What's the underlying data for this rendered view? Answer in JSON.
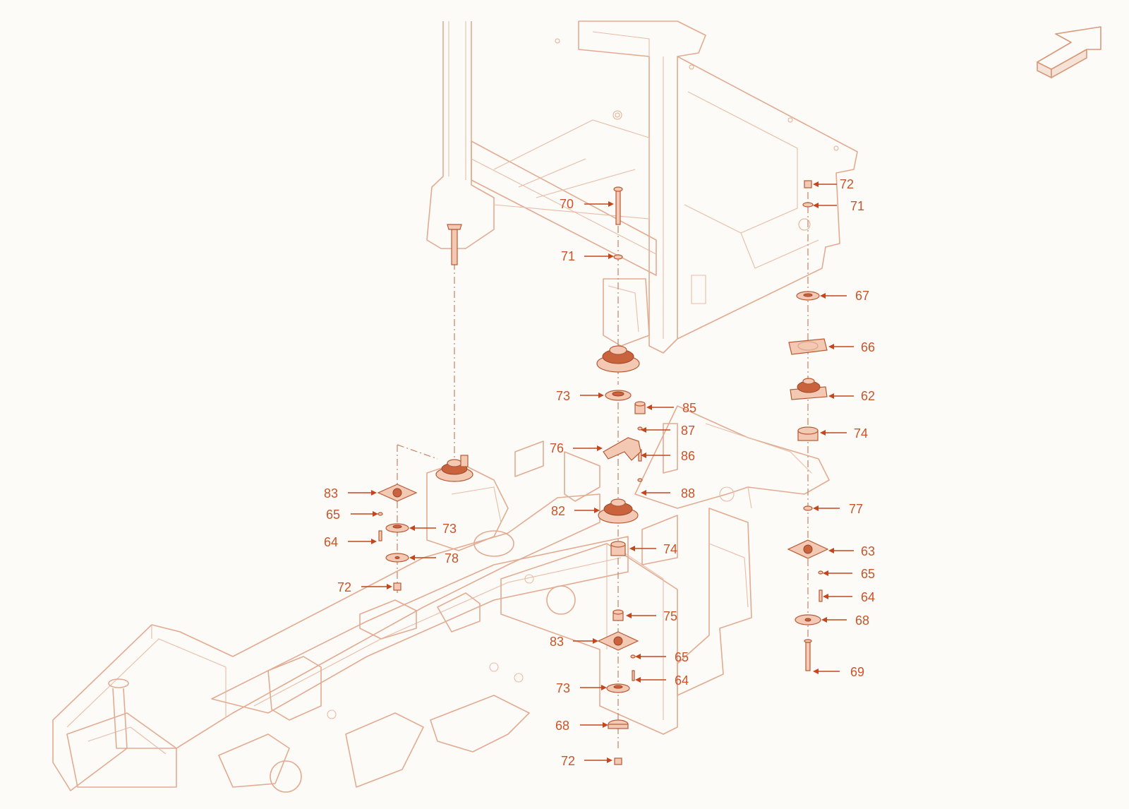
{
  "diagram": {
    "accent_color": "#c8542a",
    "line_color": "#e2ab91",
    "icons": {
      "nav": "next-page-arrow-icon"
    },
    "callouts": [
      {
        "id": "c01",
        "number": "70",
        "side": "left"
      },
      {
        "id": "c02",
        "number": "71",
        "side": "left"
      },
      {
        "id": "c03",
        "number": "72",
        "side": "right"
      },
      {
        "id": "c04",
        "number": "71",
        "side": "right"
      },
      {
        "id": "c05",
        "number": "67",
        "side": "right"
      },
      {
        "id": "c06",
        "number": "66",
        "side": "right"
      },
      {
        "id": "c07",
        "number": "62",
        "side": "right"
      },
      {
        "id": "c08",
        "number": "74",
        "side": "right"
      },
      {
        "id": "c09",
        "number": "77",
        "side": "right"
      },
      {
        "id": "c10",
        "number": "63",
        "side": "right"
      },
      {
        "id": "c11",
        "number": "65",
        "side": "right"
      },
      {
        "id": "c12",
        "number": "64",
        "side": "right"
      },
      {
        "id": "c13",
        "number": "68",
        "side": "right"
      },
      {
        "id": "c14",
        "number": "69",
        "side": "right"
      },
      {
        "id": "c15",
        "number": "73",
        "side": "left"
      },
      {
        "id": "c16",
        "number": "85",
        "side": "right"
      },
      {
        "id": "c17",
        "number": "87",
        "side": "right"
      },
      {
        "id": "c18",
        "number": "76",
        "side": "left"
      },
      {
        "id": "c19",
        "number": "86",
        "side": "right"
      },
      {
        "id": "c20",
        "number": "88",
        "side": "right"
      },
      {
        "id": "c21",
        "number": "82",
        "side": "left"
      },
      {
        "id": "c22",
        "number": "74",
        "side": "right"
      },
      {
        "id": "c23",
        "number": "75",
        "side": "right"
      },
      {
        "id": "c24",
        "number": "83",
        "side": "left"
      },
      {
        "id": "c25",
        "number": "65",
        "side": "right"
      },
      {
        "id": "c26",
        "number": "64",
        "side": "right"
      },
      {
        "id": "c27",
        "number": "73",
        "side": "left"
      },
      {
        "id": "c28",
        "number": "68",
        "side": "left"
      },
      {
        "id": "c29",
        "number": "72",
        "side": "left"
      },
      {
        "id": "c30",
        "number": "83",
        "side": "left"
      },
      {
        "id": "c31",
        "number": "65",
        "side": "left"
      },
      {
        "id": "c32",
        "number": "73",
        "side": "right"
      },
      {
        "id": "c33",
        "number": "64",
        "side": "left"
      },
      {
        "id": "c34",
        "number": "78",
        "side": "right"
      },
      {
        "id": "c35",
        "number": "72",
        "side": "left"
      }
    ]
  }
}
